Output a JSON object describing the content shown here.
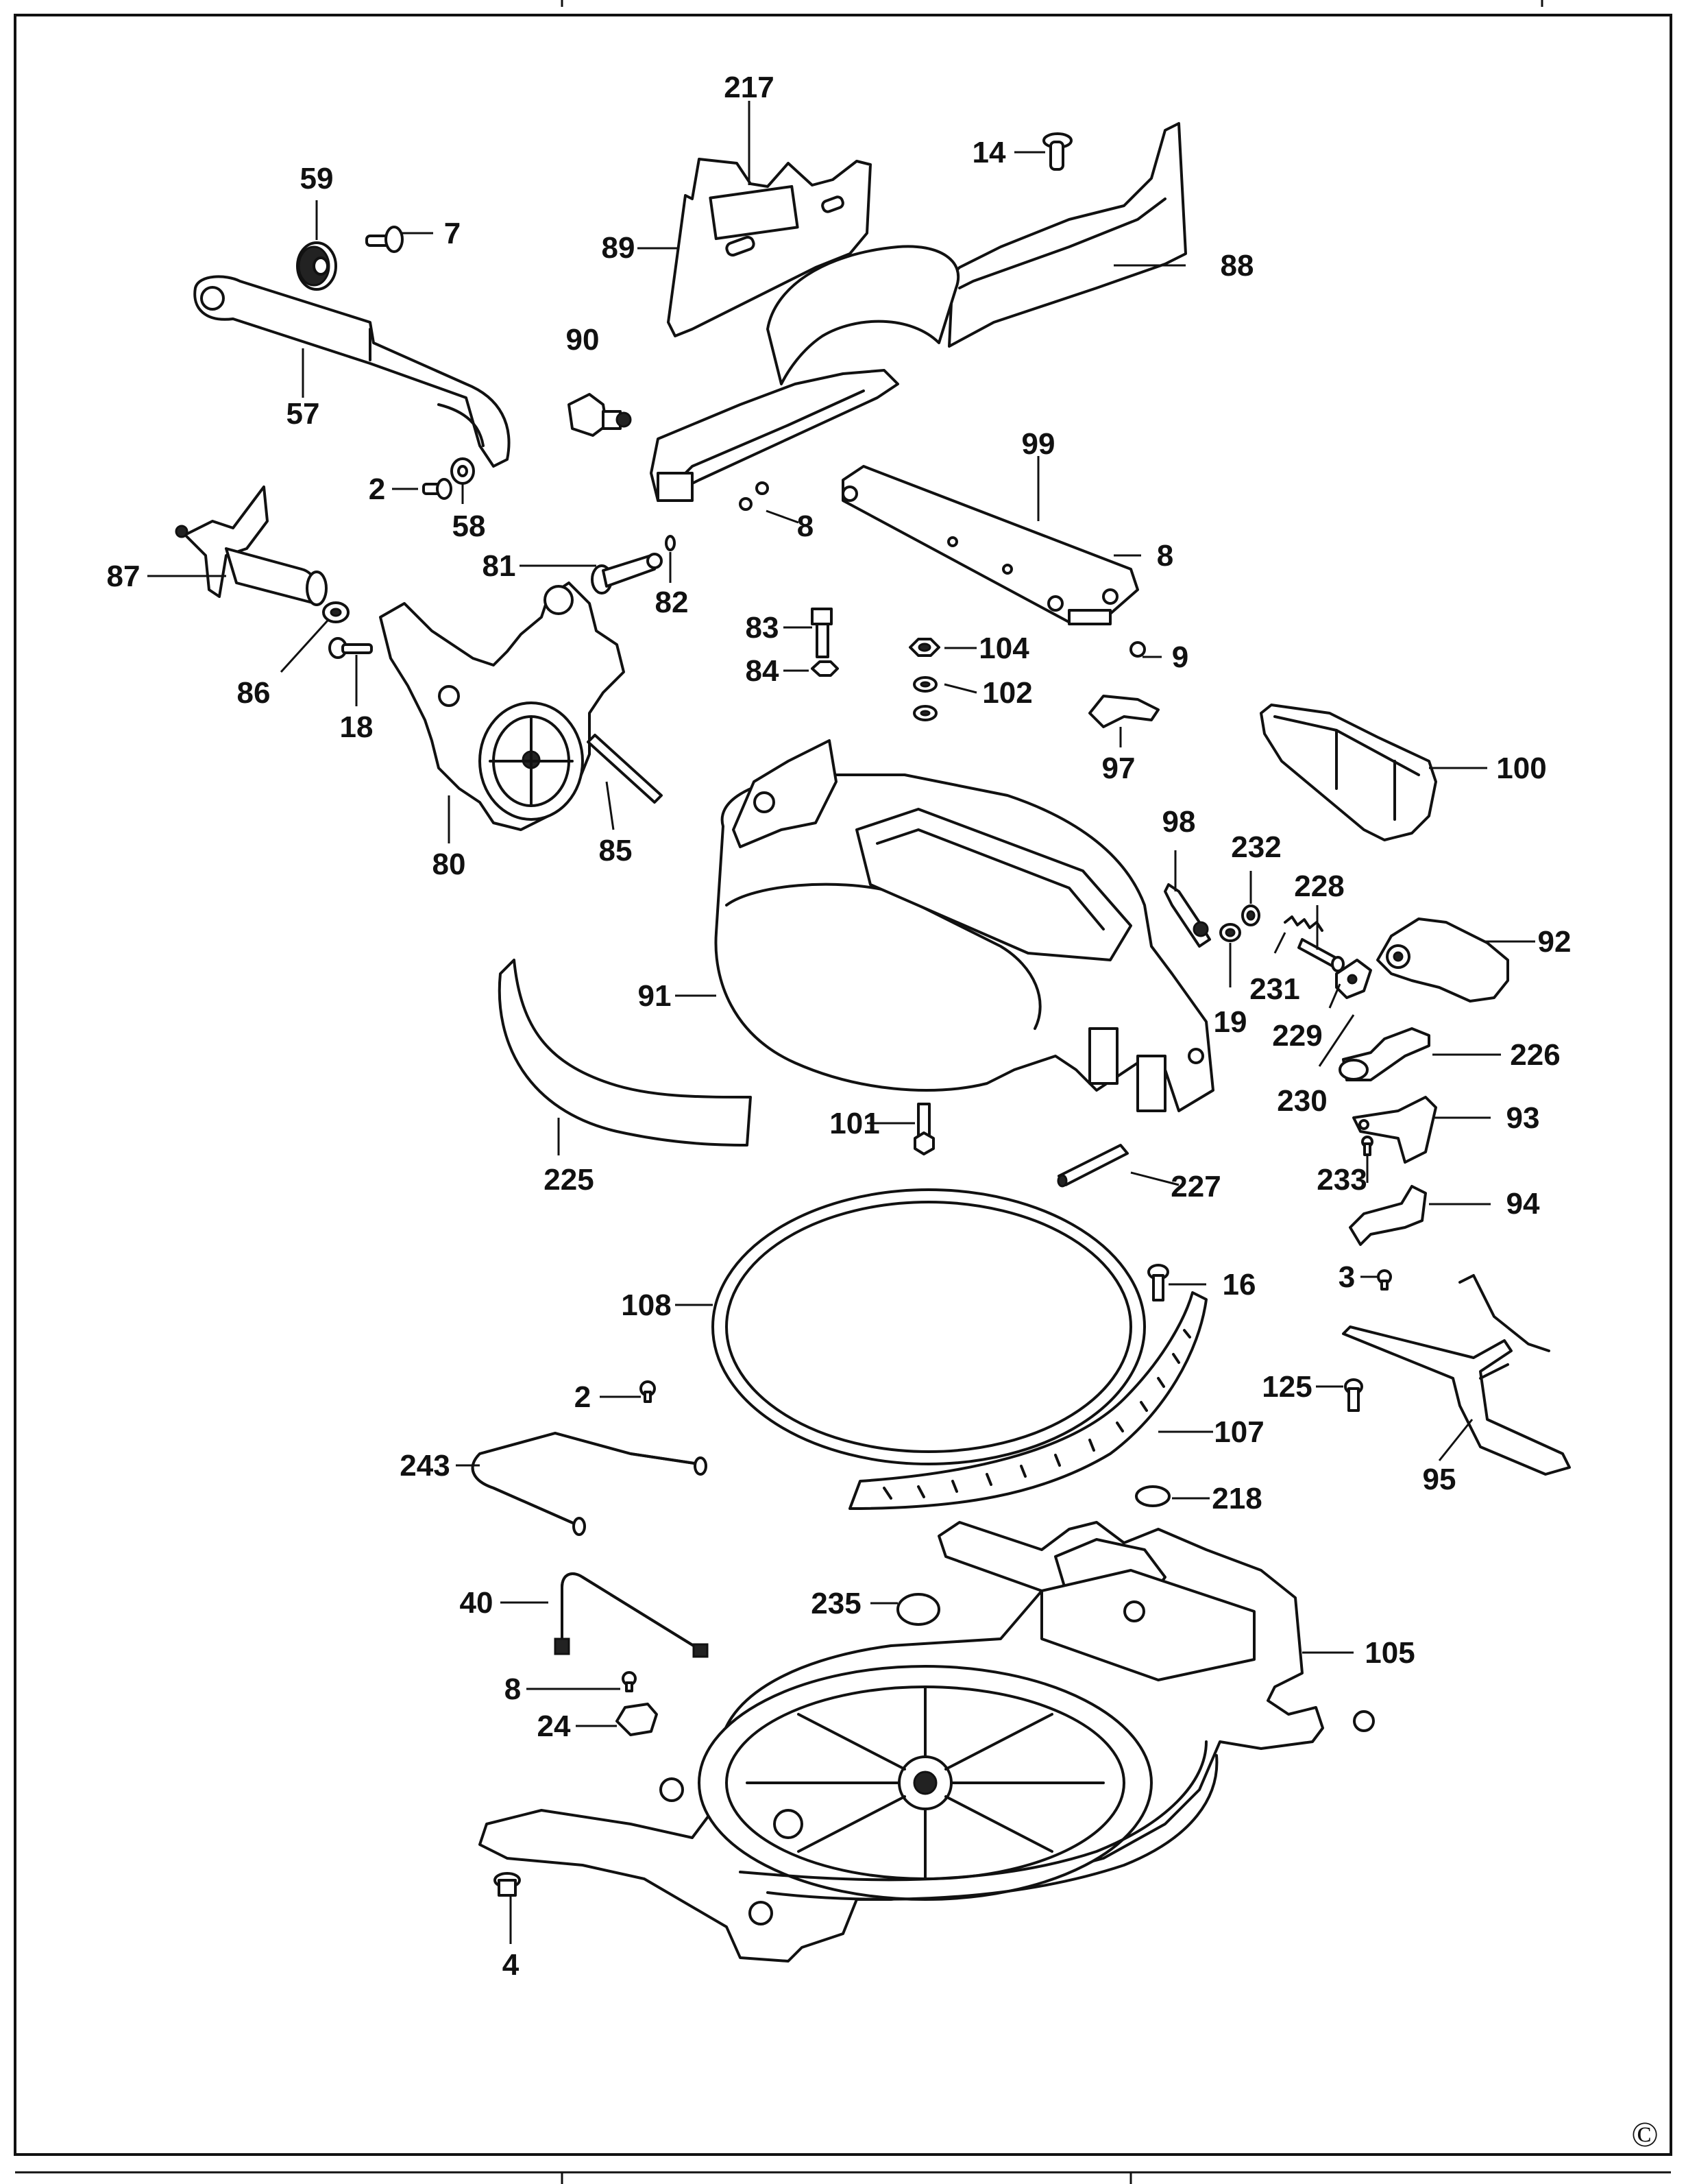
{
  "diagram": {
    "copyright": "©",
    "callouts": [
      {
        "id": "217",
        "text": "217"
      },
      {
        "id": "14",
        "text": "14"
      },
      {
        "id": "59",
        "text": "59"
      },
      {
        "id": "7",
        "text": "7"
      },
      {
        "id": "89",
        "text": "89"
      },
      {
        "id": "88",
        "text": "88"
      },
      {
        "id": "90",
        "text": "90"
      },
      {
        "id": "57",
        "text": "57"
      },
      {
        "id": "99",
        "text": "99"
      },
      {
        "id": "2a",
        "text": "2"
      },
      {
        "id": "58",
        "text": "58"
      },
      {
        "id": "8a",
        "text": "8"
      },
      {
        "id": "8b",
        "text": "8"
      },
      {
        "id": "87",
        "text": "87"
      },
      {
        "id": "81",
        "text": "81"
      },
      {
        "id": "82",
        "text": "82"
      },
      {
        "id": "83",
        "text": "83"
      },
      {
        "id": "104",
        "text": "104"
      },
      {
        "id": "9",
        "text": "9"
      },
      {
        "id": "84",
        "text": "84"
      },
      {
        "id": "102",
        "text": "102"
      },
      {
        "id": "86",
        "text": "86"
      },
      {
        "id": "18",
        "text": "18"
      },
      {
        "id": "97",
        "text": "97"
      },
      {
        "id": "100",
        "text": "100"
      },
      {
        "id": "85",
        "text": "85"
      },
      {
        "id": "80",
        "text": "80"
      },
      {
        "id": "98",
        "text": "98"
      },
      {
        "id": "232",
        "text": "232"
      },
      {
        "id": "228",
        "text": "228"
      },
      {
        "id": "92",
        "text": "92"
      },
      {
        "id": "91",
        "text": "91"
      },
      {
        "id": "231",
        "text": "231"
      },
      {
        "id": "19",
        "text": "19"
      },
      {
        "id": "229",
        "text": "229"
      },
      {
        "id": "226",
        "text": "226"
      },
      {
        "id": "230",
        "text": "230"
      },
      {
        "id": "101",
        "text": "101"
      },
      {
        "id": "93",
        "text": "93"
      },
      {
        "id": "225",
        "text": "225"
      },
      {
        "id": "227",
        "text": "227"
      },
      {
        "id": "233",
        "text": "233"
      },
      {
        "id": "94",
        "text": "94"
      },
      {
        "id": "3",
        "text": "3"
      },
      {
        "id": "108",
        "text": "108"
      },
      {
        "id": "16",
        "text": "16"
      },
      {
        "id": "2b",
        "text": "2"
      },
      {
        "id": "125",
        "text": "125"
      },
      {
        "id": "107",
        "text": "107"
      },
      {
        "id": "243",
        "text": "243"
      },
      {
        "id": "95",
        "text": "95"
      },
      {
        "id": "218",
        "text": "218"
      },
      {
        "id": "40",
        "text": "40"
      },
      {
        "id": "235",
        "text": "235"
      },
      {
        "id": "105",
        "text": "105"
      },
      {
        "id": "8c",
        "text": "8"
      },
      {
        "id": "24",
        "text": "24"
      },
      {
        "id": "4",
        "text": "4"
      }
    ]
  }
}
